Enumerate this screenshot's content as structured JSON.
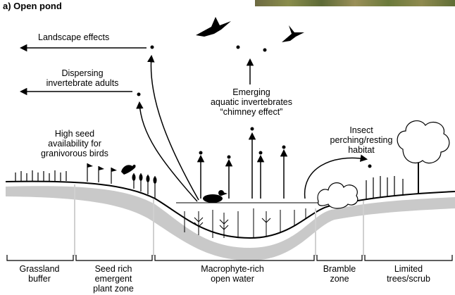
{
  "title": "a) Open pond",
  "labels": {
    "landscape": "Landscape effects",
    "dispersing_1": "Dispersing",
    "dispersing_2": "invertebrate adults",
    "emerging_1": "Emerging",
    "emerging_2": "aquatic invertebrates",
    "emerging_3": "“chimney effect”",
    "seed_1": "High seed",
    "seed_2": "availability for",
    "seed_3": "granivorous birds",
    "insect_1": "Insect",
    "insect_2": "perching/resting",
    "insect_3": "habitat"
  },
  "zones": [
    {
      "line1": "Grassland",
      "line2": "buffer",
      "line3": ""
    },
    {
      "line1": "Seed rich",
      "line2": "emergent",
      "line3": "plant zone"
    },
    {
      "line1": "Macrophyte-rich",
      "line2": "open water",
      "line3": ""
    },
    {
      "line1": "Bramble",
      "line2": "zone",
      "line3": ""
    },
    {
      "line1": "Limited",
      "line2": "trees/scrub",
      "line3": ""
    }
  ],
  "icons": [
    "swallow-icon",
    "bird-silhouette-icon",
    "duck-icon",
    "tree-icon",
    "bramble-bush-icon"
  ]
}
